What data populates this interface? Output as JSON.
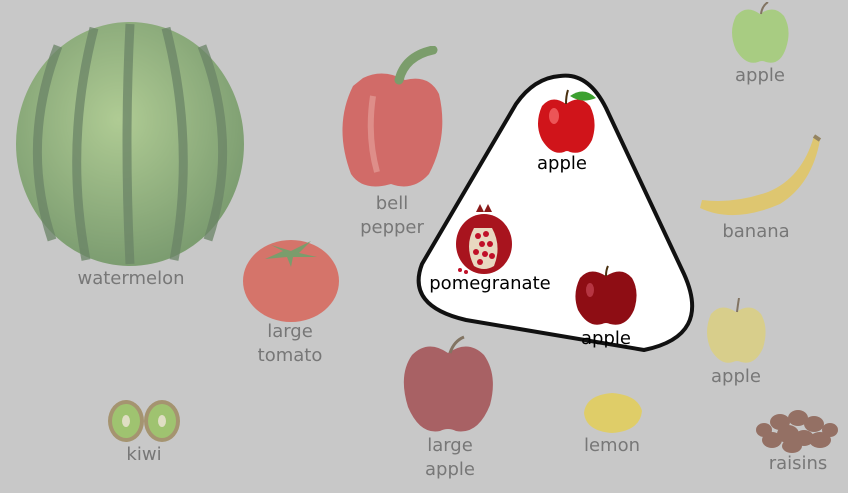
{
  "selection": {
    "items": [
      {
        "label": "apple"
      },
      {
        "label": "pomegranate"
      },
      {
        "label": "apple"
      }
    ]
  },
  "background_items": [
    {
      "label": "watermelon"
    },
    {
      "label": "bell\npepper"
    },
    {
      "label": "large\ntomato"
    },
    {
      "label": "large\napple"
    },
    {
      "label": "kiwi"
    },
    {
      "label": "lemon"
    },
    {
      "label": "apple"
    },
    {
      "label": "banana"
    },
    {
      "label": "apple"
    },
    {
      "label": "raisins"
    }
  ],
  "colors": {
    "background": "#c8c8c8",
    "selection_fill": "#ffffff",
    "selection_border": "#111111",
    "active_label": "#000000",
    "dim_label": "#777777"
  }
}
